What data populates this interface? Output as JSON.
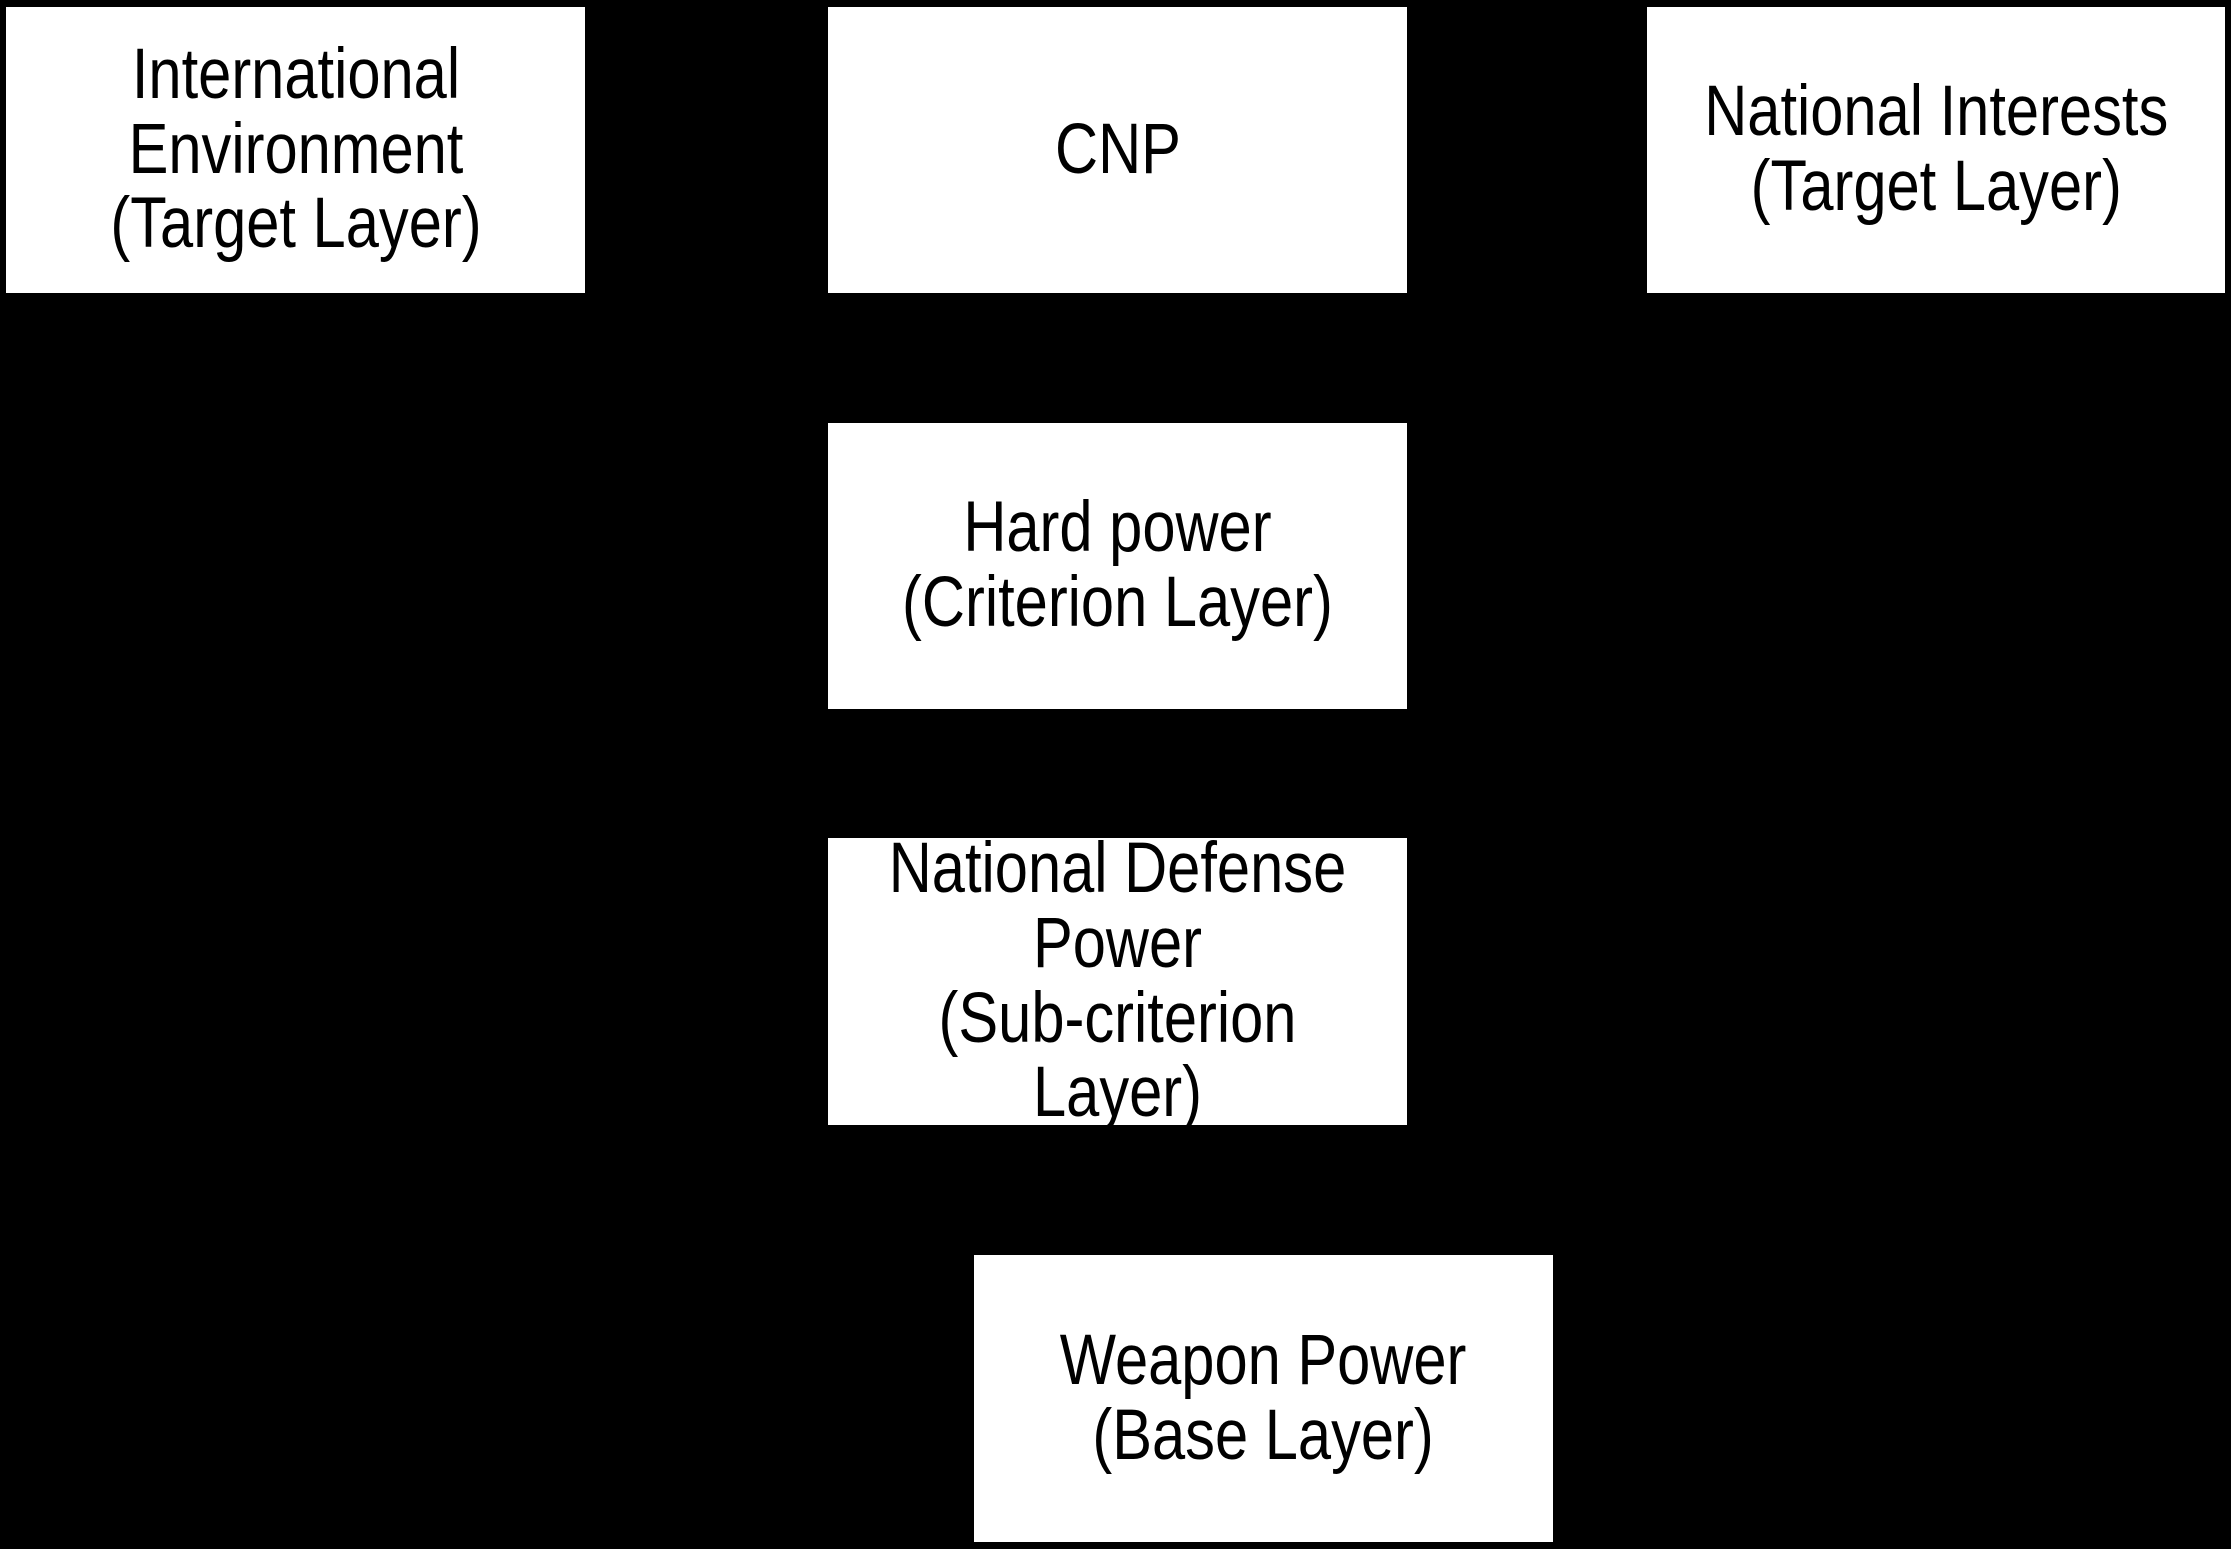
{
  "diagram": {
    "type": "hierarchy-flowchart",
    "colors": {
      "background": "#000000",
      "box-fill": "#ffffff",
      "box-text": "#000000"
    },
    "nodes": {
      "international_environment": {
        "label": "International\nEnvironment\n(Target Layer)"
      },
      "cnp": {
        "label": "CNP"
      },
      "national_interests": {
        "label": "National Interests\n(Target Layer)"
      },
      "hard_power": {
        "label": "Hard power\n(Criterion Layer)"
      },
      "national_defense_power": {
        "label": "National Defense\nPower\n(Sub-criterion Layer)"
      },
      "weapon_power": {
        "label": "Weapon Power\n(Base Layer)"
      }
    }
  }
}
